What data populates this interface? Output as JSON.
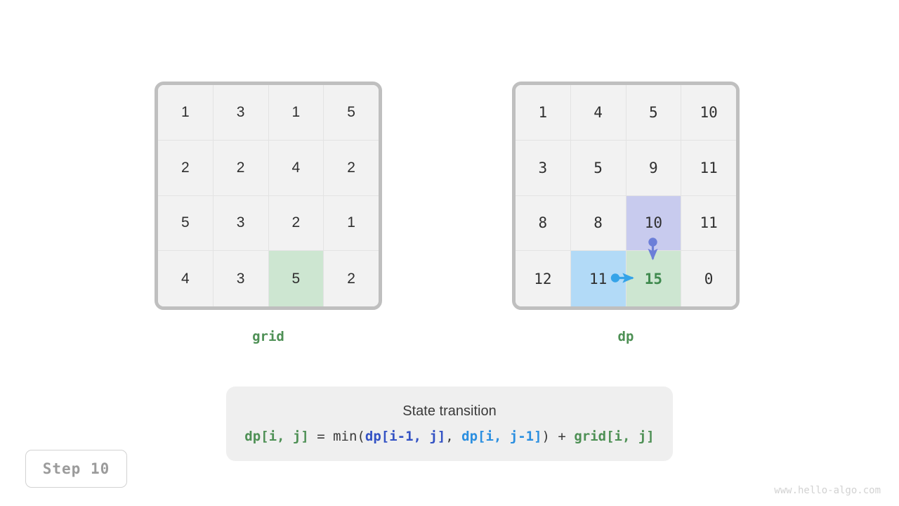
{
  "page": {
    "background": "#ffffff",
    "watermark": "www.hello-algo.com",
    "step_label": "Step 10"
  },
  "colors": {
    "border_gray": "#bfbfbf",
    "cell_bg": "#f2f2f2",
    "grid_line": "#e3e3e3",
    "highlight_green": "#cde6d1",
    "highlight_blue": "#b2daf7",
    "highlight_purple": "#c8cbee",
    "text_green": "#4e9055",
    "arrow_blue": "#35a3e8",
    "arrow_indigo": "#6c7fd8",
    "panel_bg": "#efefef",
    "muted_text": "#9b9b9b"
  },
  "grid_panel": {
    "label": "grid",
    "rows": [
      [
        "1",
        "3",
        "1",
        "5"
      ],
      [
        "2",
        "2",
        "4",
        "2"
      ],
      [
        "5",
        "3",
        "2",
        "1"
      ],
      [
        "4",
        "3",
        "5",
        "2"
      ]
    ],
    "highlights": [
      {
        "row": 3,
        "col": 2,
        "type": "green"
      }
    ]
  },
  "dp_panel": {
    "label": "dp",
    "rows": [
      [
        "1",
        "4",
        "5",
        "10"
      ],
      [
        "3",
        "5",
        "9",
        "11"
      ],
      [
        "8",
        "8",
        "10",
        "11"
      ],
      [
        "12",
        "11",
        "15",
        "0"
      ]
    ],
    "highlights": [
      {
        "row": 2,
        "col": 2,
        "type": "purple"
      },
      {
        "row": 3,
        "col": 1,
        "type": "blue"
      },
      {
        "row": 3,
        "col": 2,
        "type": "green",
        "text": "green"
      }
    ],
    "arrows": [
      {
        "name": "arrow-from-above",
        "direction": "down",
        "color": "#6c7fd8",
        "from": "dp[2,2]",
        "to": "dp[3,2]"
      },
      {
        "name": "arrow-from-left",
        "direction": "right",
        "color": "#35a3e8",
        "from": "dp[3,1]",
        "to": "dp[3,2]"
      }
    ]
  },
  "transition": {
    "title": "State transition",
    "formula_tokens": [
      {
        "text": "dp[i, j]",
        "color": "green"
      },
      {
        "text": " = min(",
        "color": "dark"
      },
      {
        "text": "dp[i-1, j]",
        "color": "indigo"
      },
      {
        "text": ", ",
        "color": "dark"
      },
      {
        "text": "dp[i, j-1]",
        "color": "blue"
      },
      {
        "text": ") + ",
        "color": "dark"
      },
      {
        "text": "grid[i, j]",
        "color": "green"
      }
    ],
    "formula_plain": "dp[i, j] = min(dp[i-1, j], dp[i, j-1]) + grid[i, j]"
  }
}
